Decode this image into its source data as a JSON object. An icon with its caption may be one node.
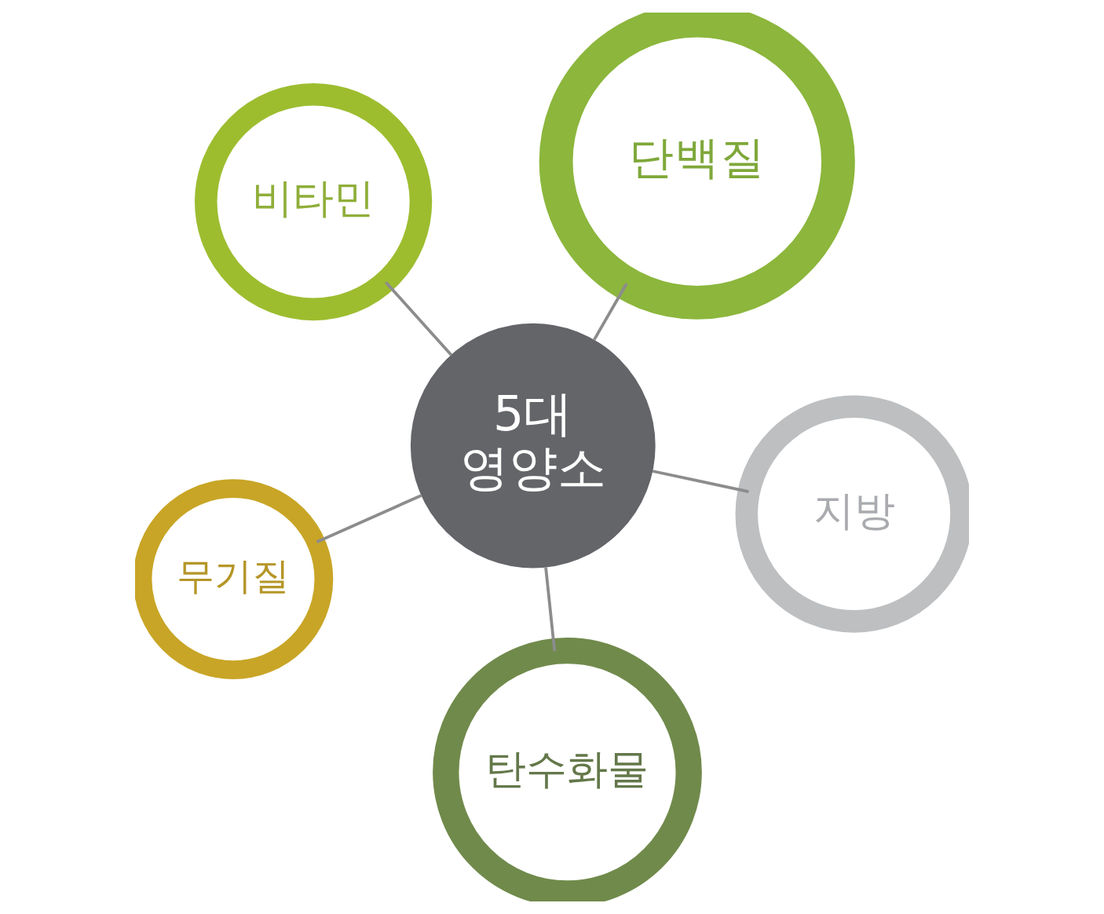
{
  "diagram": {
    "nodes": [
      {
        "text": [
          "단백질"
        ]
      },
      {
        "text": [
          "비타민"
        ]
      },
      {
        "text": [
          "5대 영양소"
        ]
      },
      {
        "text": [
          "지방"
        ]
      },
      {
        "text": [
          "무기질"
        ]
      },
      {
        "text": [
          "탄수화물"
        ]
      }
    ],
    "edges": [
      {
        "from": 2,
        "to": 0,
        "arrow": "none"
      },
      {
        "from": 2,
        "to": 3,
        "arrow": "none"
      },
      {
        "from": 2,
        "to": 5,
        "arrow": "none"
      },
      {
        "from": 2,
        "to": 4,
        "arrow": "none"
      },
      {
        "from": 2,
        "to": 1,
        "arrow": "none"
      }
    ]
  }
}
